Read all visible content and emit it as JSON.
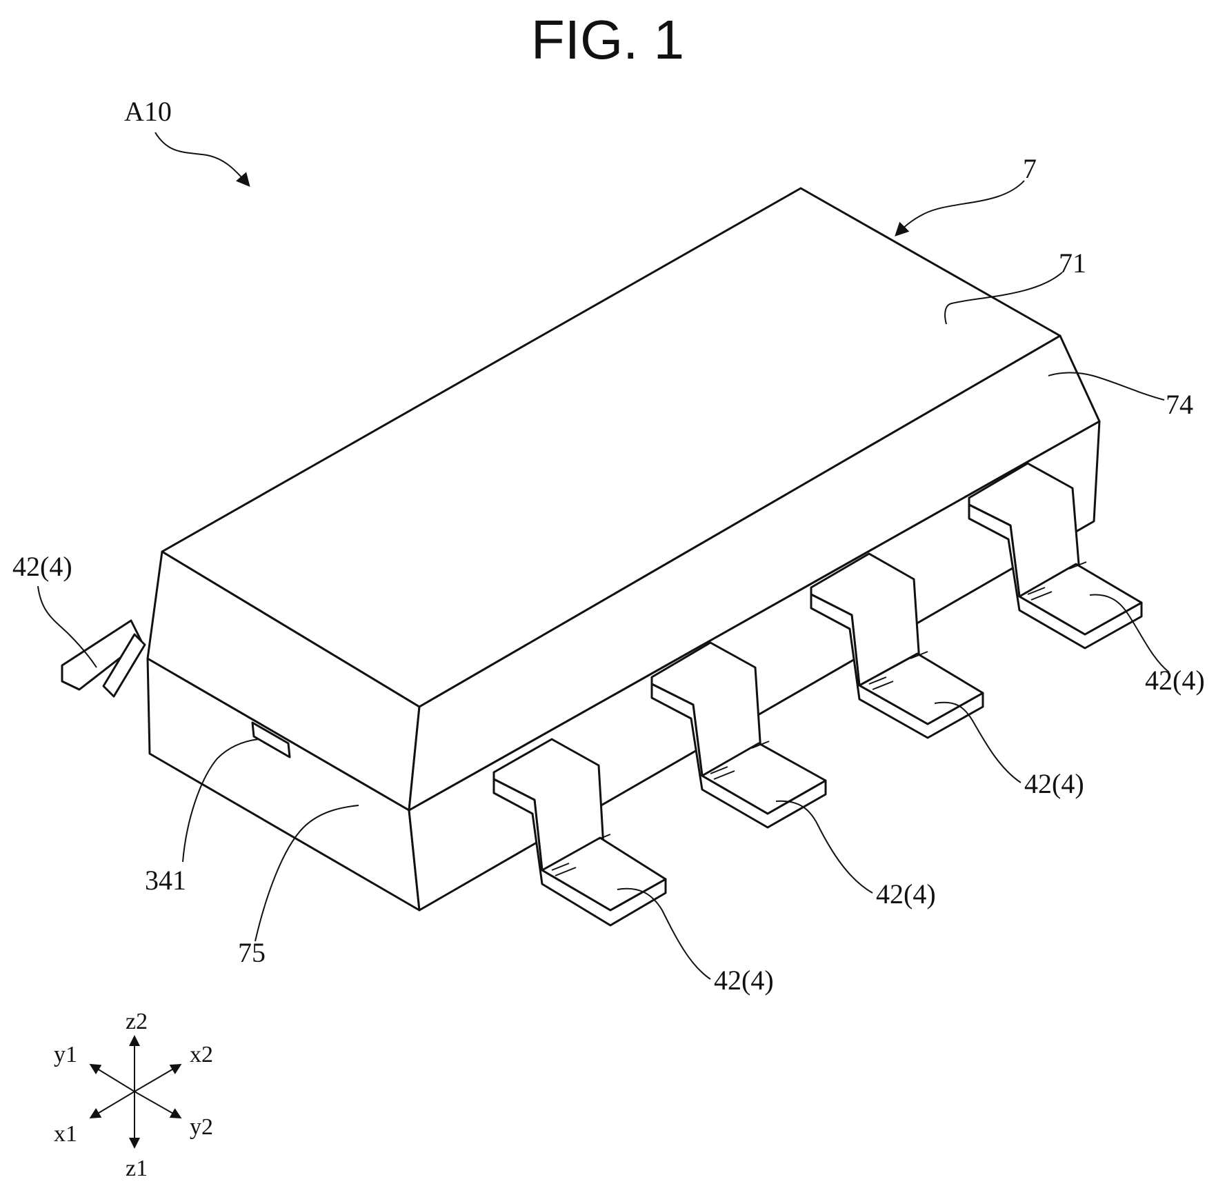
{
  "figure": {
    "title": "FIG. 1",
    "device_label": "A10",
    "labels": {
      "body": "7",
      "top_face": "71",
      "side_face": "74",
      "front_face": "75",
      "exposed_part": "341",
      "lead_terminal": "42(4)"
    },
    "axes": {
      "z2": "z2",
      "z1": "z1",
      "y1": "y1",
      "y2": "y2",
      "x1": "x1",
      "x2": "x2"
    }
  }
}
